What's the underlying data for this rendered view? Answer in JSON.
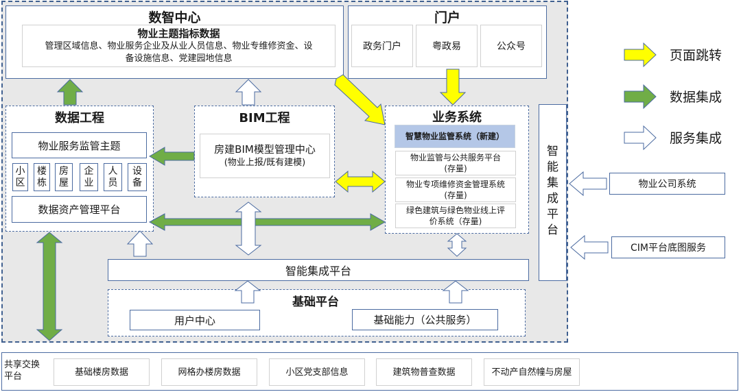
{
  "data_center": {
    "title": "数智中心",
    "subtitle": "物业主题指标数据",
    "description_line1": "管理区域信息、物业服务企业及从业人员信息、物业专维修资金、设",
    "description_line2": "备设施信息、党建园地信息"
  },
  "portal": {
    "title": "门户",
    "items": [
      "政务门户",
      "粤政易",
      "公众号"
    ]
  },
  "data_engineering": {
    "title": "数据工程",
    "theme": "物业服务监管主题",
    "entities": [
      [
        "小",
        "区"
      ],
      [
        "楼",
        "栋"
      ],
      [
        "房",
        "屋"
      ],
      [
        "企",
        "业"
      ],
      [
        "人",
        "员"
      ],
      [
        "设",
        "备"
      ]
    ],
    "asset_platform": "数据资产管理平台"
  },
  "bim": {
    "title": "BIM工程",
    "center_line1": "房建BIM模型管理中心",
    "center_line2": "(物业上报/既有建模)"
  },
  "business": {
    "title": "业务系统",
    "new_system": "智慧物业监管系统（新建）",
    "systems": [
      {
        "line1": "物业监管与公共服务平台",
        "line2": "(存量)"
      },
      {
        "line1": "物业专项维修资金管理系统",
        "line2": "(存量)"
      },
      {
        "line1": "绿色建筑与绿色物业线上评",
        "line2": "价系统（存量)"
      }
    ],
    "new_system_color": "#b4c7e7"
  },
  "vertical_platform": {
    "chars": [
      "智",
      "能",
      "集",
      "成",
      "平",
      "台"
    ]
  },
  "integration_platform": "智能集成平台",
  "base_platform": {
    "title": "基础平台",
    "user_center": "用户中心",
    "base_capability": "基础能力（公共服务）"
  },
  "external": {
    "property_company": "物业公司系统",
    "cim": "CIM平台底图服务"
  },
  "shared_exchange": {
    "label_line1": "共享交换",
    "label_line2": "平台",
    "items": [
      "基础楼房数据",
      "网格办楼房数据",
      "小区党支部信息",
      "建筑物普查数据",
      "不动产自然幢与房屋"
    ]
  },
  "legend": [
    {
      "label": "页面跳转",
      "kind": "page-jump",
      "color": "#ffff00"
    },
    {
      "label": "数据集成",
      "kind": "data-integration",
      "color": "#70ad47"
    },
    {
      "label": "服务集成",
      "kind": "service-integration",
      "color": "#ffffff"
    }
  ]
}
